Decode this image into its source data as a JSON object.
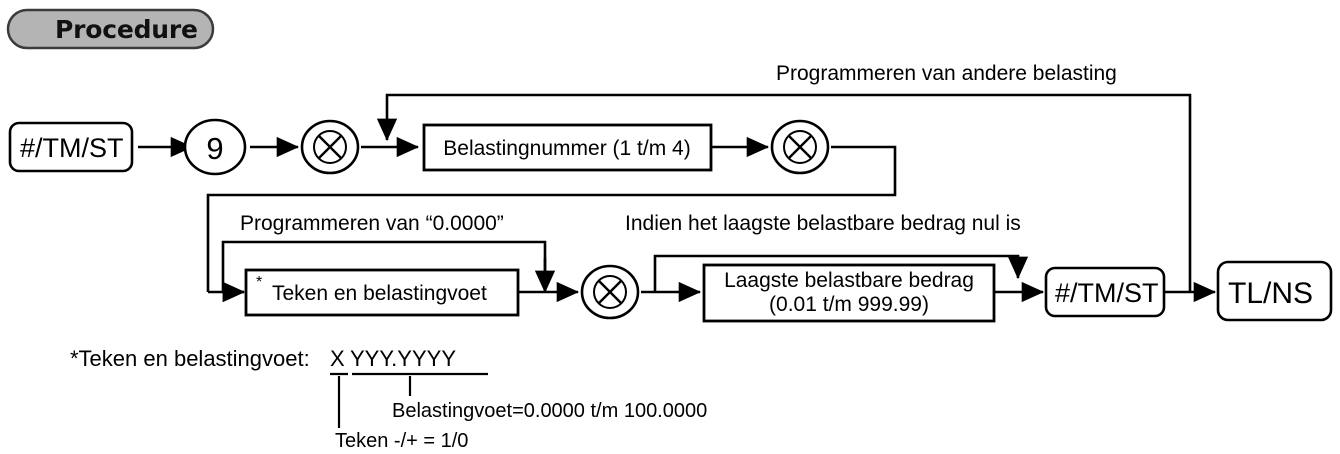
{
  "badge": {
    "label": "Procedure"
  },
  "flow": {
    "row1": {
      "key_start": "#/TM/ST",
      "step_number": "9",
      "multiply_icon_1": "circled-times-icon",
      "tax_number_box": "Belastingnummer (1 t/m 4)",
      "multiply_icon_2": "circled-times-icon",
      "loop_label": "Programmeren van andere belasting"
    },
    "row2": {
      "loop_label_zero": "Programmeren van “0.0000”",
      "sign_rate_star": "*",
      "sign_rate_box": "Teken en belastingvoet",
      "multiply_icon_3": "circled-times-icon",
      "loop_label_lowest": "Indien het laagste belastbare bedrag nul is",
      "lowest_amount_line1": "Laagste belastbare bedrag",
      "lowest_amount_line2": "(0.01 t/m 999.99)",
      "key_subtotal": "#/TM/ST",
      "key_total": "TL/NS"
    }
  },
  "footnote": {
    "prefix": "*Teken en belastingvoet: ",
    "pattern_sign": "X",
    "pattern_rate": "YYY.YYYY",
    "rate_note": "Belastingvoet=0.0000 t/m 100.0000",
    "sign_note": "Teken -/+ = 1/0"
  },
  "colors": {
    "badge_fill": "#b4b4b4",
    "badge_stroke": "#3b3b3b",
    "ink": "#000000",
    "paper": "#ffffff"
  }
}
